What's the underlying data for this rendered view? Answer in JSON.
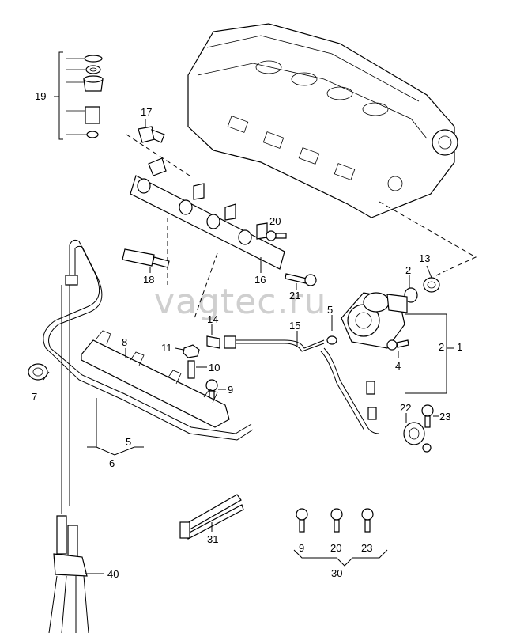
{
  "watermark": "vagtec.ru",
  "callouts": {
    "c1": "1",
    "c2a": "2",
    "c2b": "2",
    "c4": "4",
    "c5a": "5",
    "c5b": "5",
    "c6": "6",
    "c7": "7",
    "c8": "8",
    "c9a": "9",
    "c9b": "9",
    "c10": "10",
    "c11": "11",
    "c13": "13",
    "c14": "14",
    "c15": "15",
    "c16": "16",
    "c17": "17",
    "c18": "18",
    "c19": "19",
    "c20a": "20",
    "c20b": "20",
    "c21": "21",
    "c22": "22",
    "c23a": "23",
    "c23b": "23",
    "c30": "30",
    "c31": "31",
    "c40": "40"
  }
}
